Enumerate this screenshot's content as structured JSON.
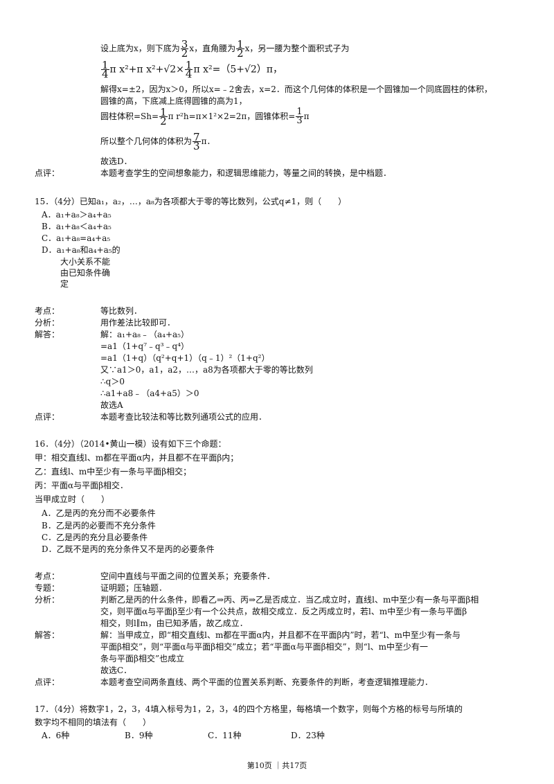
{
  "q14": {
    "line1_pre": "设上底为x，则下底为",
    "line1_frac1_num": "3",
    "line1_frac1_den": "2",
    "line1_mid": "x，直角腰为",
    "line1_frac2_num": "1",
    "line1_frac2_den": "2",
    "line1_post": "x，另一腰为整个面积式子为",
    "formula_a_num": "1",
    "formula_a_den": "4",
    "formula_a_text": "π x²+π x²+√2×",
    "formula_b_num": "1",
    "formula_b_den": "4",
    "formula_b_text": "π x²=（5+√2）π，",
    "line3": "解得x=±2，因为x＞0，所以x=﹣2舍去，x=2．而这个几何体的体积是一个圆锥加一个同底圆柱的体积，",
    "line4": "圆锥的高，下底减上底得圆锥的高为1，",
    "line5_pre": "圆柱体积=Sh=",
    "line5_frac1_num": "1",
    "line5_frac1_den": "2",
    "line5_mid": "π r²h=π×1²×2=2π，圆锥体积=",
    "line5_frac2_num": "1",
    "line5_frac2_den": "3",
    "line5_post": "π",
    "line6_pre": "所以整个几何体的体积为",
    "line6_frac_num": "7",
    "line6_frac_den": "3",
    "line6_post": "π．",
    "conclusion": "故选D．",
    "comment_label": "点评：",
    "comment": "本题考查学生的空间想象能力，和逻辑思维能力，等量之间的转换，是中档题．"
  },
  "q15": {
    "stem": "15．（4分）已知a₁，a₂，…，a₈为各项都大于零的等比数列，公式q≠1，则（　　）",
    "options": [
      "A．a₁+a₈＞a₄+a₅",
      "B．a₁+a₈＜a₄+a₅",
      "C．a₁+a₈=a₄+a₅",
      "D．a₁+a₈和a₄+a₅的",
      "大小关系不能",
      "由已知条件确",
      "定"
    ],
    "kaodian_label": "考点：",
    "kaodian": "等比数列．",
    "fenxi_label": "分析：",
    "fenxi": "用作差法比较即可．",
    "jieda_label": "解答：",
    "jieda": [
      "解：a₁+a₈﹣（a₄+a₅）",
      "=a1（1+q⁷﹣q³﹣q⁴）",
      "=a1（1+q）（q²+q+1）（q﹣1）²（1+q²）",
      "又∵a1＞0，a1，a2，…，a8为各项都大于零的等比数列",
      "∴q＞0",
      "∴a1+a8﹣（a4+a5）＞0",
      "故选A"
    ],
    "comment_label": "点评：",
    "comment": "本题考查比较法和等比数列通项公式的应用．"
  },
  "q16": {
    "stem": "16．（4分）（2014•黄山一模）设有如下三个命题：",
    "jia": "甲：相交直线l、m都在平面α内，并且都不在平面β内；",
    "yi": "乙：直线l、m中至少有一条与平面β相交；",
    "bing": "丙：平面α与平面β相交．",
    "when": "当甲成立时（　　）",
    "options": [
      "A．乙是丙的充分而不必要条件",
      "B．乙是丙的必要而不充分条件",
      "C．乙是丙的充分且必要条件",
      "D．乙既不是丙的充分条件又不是丙的必要条件"
    ],
    "kaodian_label": "考点：",
    "kaodian": "空间中直线与平面之间的位置关系；充要条件．",
    "zhuanti_label": "专题：",
    "zhuanti": "证明题；压轴题．",
    "fenxi_label": "分析：",
    "fenxi": [
      "判断乙是丙的什么条件，即看乙⇒丙、丙⇒乙是否成立．当乙成立时，直线l、m中至少有一条与平面β相",
      "交，则平面α与平面β至少有一个公共点，故相交成立．反之丙成立时，若l、m中至少有一条与平面β",
      "相交，则l∥m，由已知矛盾，故乙成立．"
    ],
    "jieda_label": "解答：",
    "jieda": [
      "解：当甲成立，即“相交直线l、m都在平面α内，并且都不在平面β内”时，若“l、m中至少有一条与",
      "平面β相交”，则“平面α与平面β相交”成立；若“平面α与平面β相交”，则“l、m中至少有一",
      "条与平面β相交”也成立",
      "故选C．"
    ],
    "comment_label": "点评：",
    "comment": "本题考查空间两条直线、两个平面的位置关系判断、充要条件的判断，考查逻辑推理能力．"
  },
  "q17": {
    "stem1": "17．（4分）将数字1，2，3，4填入标号为1，2，3，4的四个方格里，每格填一个数字，则每个方格的标号与所填的",
    "stem2": "数字均不相同的填法有（　　）",
    "options": [
      "A．6种",
      "B．9种",
      "C．11种",
      "D．23种"
    ]
  },
  "footer": "第10页 ｜共17页"
}
